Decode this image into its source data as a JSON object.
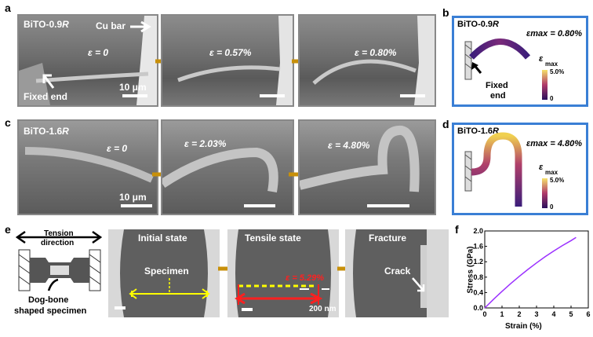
{
  "panels": {
    "a": {
      "label": "a",
      "material": "BiTO-0.9",
      "material_suffix": "R",
      "cu_bar": "Cu bar",
      "fixed_end": "Fixed end",
      "scale": "10 μm",
      "strains": [
        "ε = 0",
        "ε = 0.57%",
        "ε = 0.80%"
      ]
    },
    "b": {
      "label": "b",
      "material": "BiTO-0.9",
      "material_suffix": "R",
      "emax_text": "εmax = 0.80%",
      "colorbar_title": "ε",
      "colorbar_sub": "max",
      "colorbar_top": "5.0%",
      "colorbar_bottom": "0",
      "fixed_end": "Fixed",
      "fixed_end2": "end"
    },
    "c": {
      "label": "c",
      "material": "BiTO-1.6",
      "material_suffix": "R",
      "scale": "10 μm",
      "strains": [
        "ε = 0",
        "ε = 2.03%",
        "ε = 4.80%"
      ]
    },
    "d": {
      "label": "d",
      "material": "BiTO-1.6",
      "material_suffix": "R",
      "emax_text": "εmax = 4.80%",
      "colorbar_title": "ε",
      "colorbar_sub": "max",
      "colorbar_top": "5.0%",
      "colorbar_bottom": "0"
    },
    "e": {
      "label": "e",
      "tension": "Tension",
      "direction": "direction",
      "dogbone1": "Dog-bone",
      "dogbone2": "shaped specimen",
      "states": [
        "Initial state",
        "Tensile state",
        "Fracture"
      ],
      "specimen": "Specimen",
      "strain": "ε = 5.29%",
      "crack": "Crack",
      "scale": "200 nm"
    },
    "f": {
      "label": "f",
      "colors": {
        "line": "#9b30ff"
      }
    }
  },
  "chart_data": {
    "type": "line",
    "title": "",
    "xlabel": "Strain (%)",
    "ylabel": "Stress (GPa)",
    "xlim": [
      0,
      6
    ],
    "ylim": [
      0,
      2.0
    ],
    "xticks": [
      0,
      1,
      2,
      3,
      4,
      5,
      6
    ],
    "yticks": [
      0.0,
      0.4,
      0.8,
      1.2,
      1.6,
      2.0
    ],
    "xtick_labels": [
      "0",
      "1",
      "2",
      "3",
      "4",
      "5",
      "6"
    ],
    "ytick_labels": [
      "0.0",
      "0.4",
      "0.8",
      "1.2",
      "1.6",
      "2.0"
    ],
    "x": [
      0,
      0.5,
      1,
      1.5,
      2,
      2.5,
      3,
      3.5,
      4,
      4.5,
      5,
      5.29
    ],
    "y": [
      0,
      0.22,
      0.43,
      0.63,
      0.82,
      1.0,
      1.17,
      1.33,
      1.48,
      1.62,
      1.75,
      1.83
    ],
    "grid": false
  }
}
